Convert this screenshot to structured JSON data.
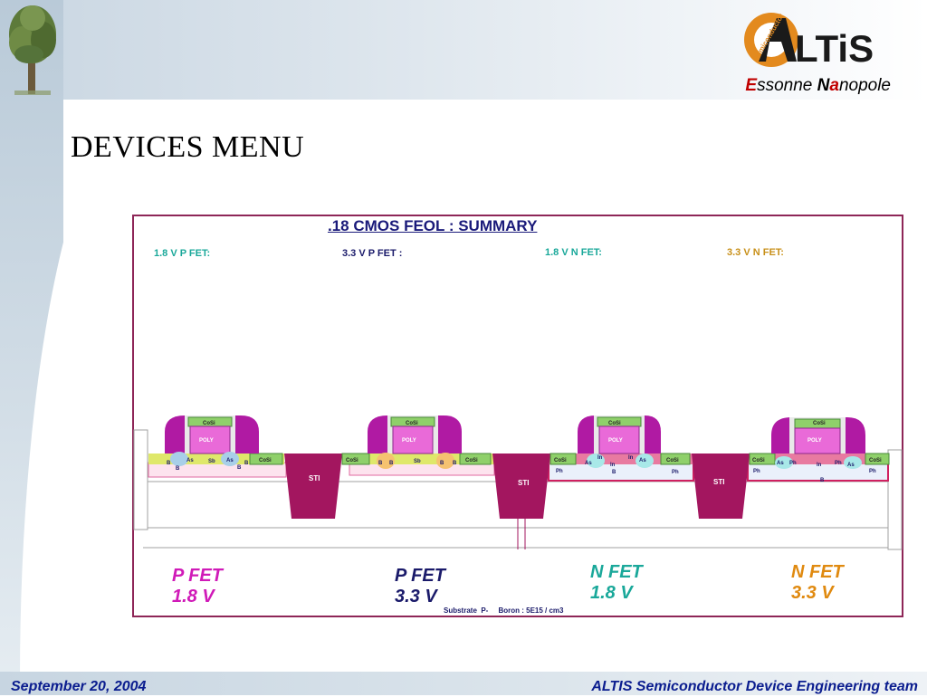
{
  "header": {
    "org_first": "E",
    "org_mid": "ssonne ",
    "org_n": "N",
    "org_a": "a",
    "org_rest": "nopole",
    "logo_arc_text": "Semiconductor",
    "logo_text": "LTiS"
  },
  "page": {
    "title": "DEVICES  MENU"
  },
  "diagram": {
    "title": ".18 CMOS FEOL : SUMMARY",
    "top_labels": [
      {
        "text": "1.8 V  P FET:",
        "color": "#1aa89a"
      },
      {
        "text": "3.3 V  P FET :",
        "color": "#1a1a6a"
      },
      {
        "text": "1.8 V  N FET:",
        "color": "#1aa89a"
      },
      {
        "text": "3.3 V  N FET:",
        "color": "#c8901a"
      }
    ],
    "devices": [
      {
        "type": "P FET",
        "voltage": "1.8 V",
        "color": "#d01ab8"
      },
      {
        "type": "P FET",
        "voltage": "3.3 V",
        "color": "#1a1a6a"
      },
      {
        "type": "N FET",
        "voltage": "1.8 V",
        "color": "#1aa89a"
      },
      {
        "type": "N FET",
        "voltage": "3.3 V",
        "color": "#e08a10"
      }
    ],
    "substrate": "Substrate  P-     Boron : 5E15 / cm3",
    "sti_label": "STI",
    "cosi_label": "CoSi",
    "poly_labels": [
      "POLY",
      "POLY",
      "POLY",
      "POLY"
    ],
    "implant_labels": {
      "d1": [
        "B",
        "B",
        "As",
        "Sb",
        "As",
        "B",
        "B"
      ],
      "d2": [
        "B",
        "B",
        "Sb",
        "B",
        "B"
      ],
      "d3": [
        "Ph",
        "As",
        "In",
        "In",
        "In",
        "As",
        "B",
        "Ph"
      ],
      "d4": [
        "Ph",
        "As",
        "Ph",
        "In",
        "Ph",
        "As",
        "B",
        "Ph"
      ]
    }
  },
  "colors": {
    "sti": "#a3165f",
    "cosi": "#8fd06a",
    "poly": "#e96ad8",
    "spacer_magenta": "#b01aa3",
    "nwell": "#f5c2d6",
    "pwell": "#e6ecf7"
  },
  "footer": {
    "date": "September 20, 2004",
    "team": "ALTIS Semiconductor Device Engineering team"
  }
}
